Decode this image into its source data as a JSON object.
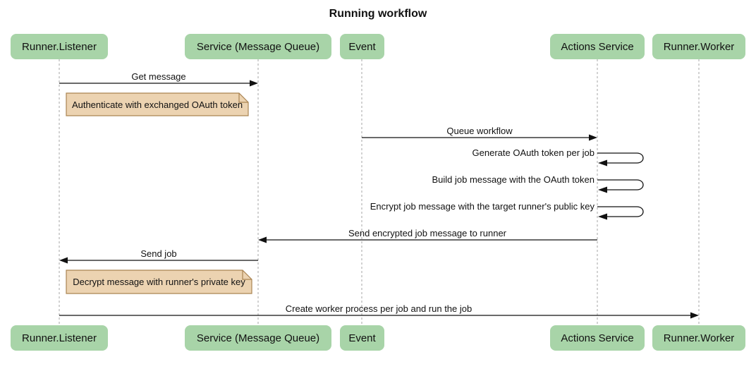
{
  "title": "Running workflow",
  "colors": {
    "actor_fill": "#A8D4A8",
    "note_fill": "#ECD3B1",
    "note_border": "#AA8452",
    "lifeline": "#A6A6A6",
    "arrow": "#111111"
  },
  "participants": [
    {
      "name": "Runner.Listener"
    },
    {
      "name": "Service (Message Queue)"
    },
    {
      "name": "Event"
    },
    {
      "name": "Actions Service"
    },
    {
      "name": "Runner.Worker"
    }
  ],
  "messages": [
    {
      "text": "Get message",
      "from": "Runner.Listener",
      "to": "Service (Message Queue)",
      "type": "solid"
    },
    {
      "text": "Queue workflow",
      "from": "Event",
      "to": "Actions Service",
      "type": "solid"
    },
    {
      "text": "Generate OAuth token per job",
      "from": "Actions Service",
      "to": "Actions Service",
      "type": "self"
    },
    {
      "text": "Build job message with the OAuth token",
      "from": "Actions Service",
      "to": "Actions Service",
      "type": "self"
    },
    {
      "text": "Encrypt job message with the target runner's public key",
      "from": "Actions Service",
      "to": "Actions Service",
      "type": "self"
    },
    {
      "text": "Send encrypted job message to runner",
      "from": "Actions Service",
      "to": "Service (Message Queue)",
      "type": "solid"
    },
    {
      "text": "Send job",
      "from": "Service (Message Queue)",
      "to": "Runner.Listener",
      "type": "solid"
    },
    {
      "text": "Create worker process per job and run the job",
      "from": "Runner.Listener",
      "to": "Runner.Worker",
      "type": "solid"
    }
  ],
  "notes": [
    {
      "text": "Authenticate with exchanged OAuth token",
      "position": "right of Runner.Listener"
    },
    {
      "text": "Decrypt message with runner's private key",
      "position": "right of Runner.Listener"
    }
  ]
}
